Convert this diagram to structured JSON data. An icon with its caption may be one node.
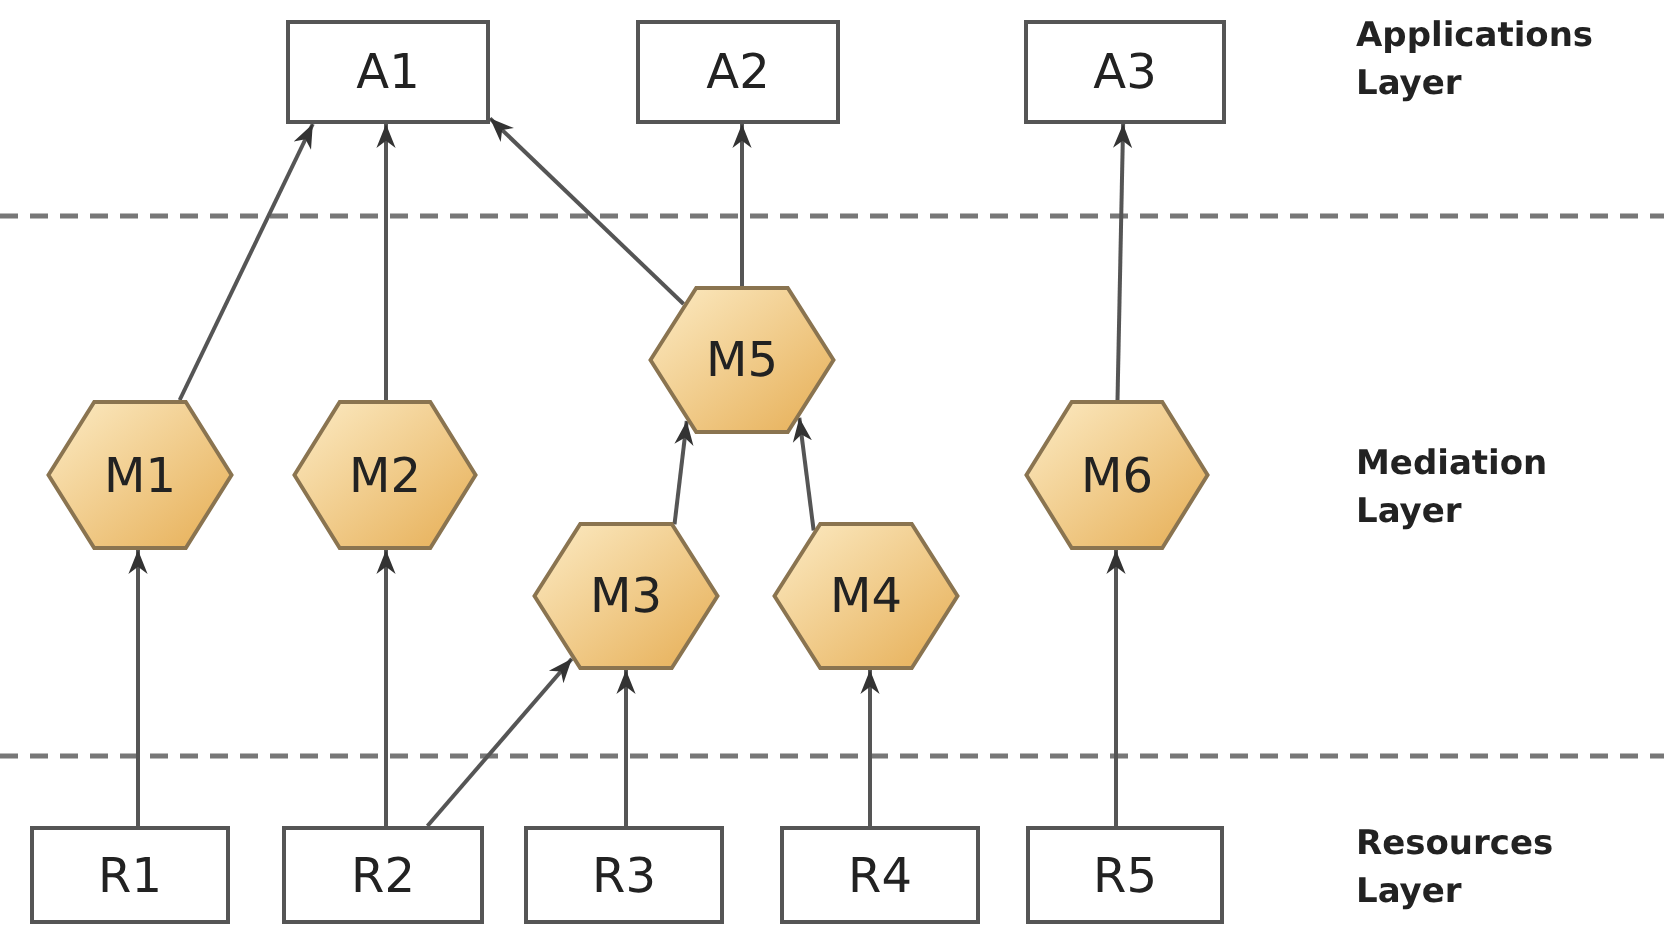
{
  "diagram": {
    "nodes": [
      {
        "text": [
          "A1"
        ]
      },
      {
        "text": [
          "A2"
        ]
      },
      {
        "text": [
          "A3"
        ]
      },
      {
        "text": [
          "M5"
        ]
      },
      {
        "text": [
          "M1"
        ]
      },
      {
        "text": [
          "M2"
        ]
      },
      {
        "text": [
          "M6"
        ]
      },
      {
        "text": [
          "M3"
        ]
      },
      {
        "text": [
          "M4"
        ]
      },
      {
        "text": [
          "R1"
        ]
      },
      {
        "text": [
          "R2"
        ]
      },
      {
        "text": [
          "R3"
        ]
      },
      {
        "text": [
          "R4"
        ]
      },
      {
        "text": [
          "R5"
        ]
      }
    ],
    "edges": [
      {
        "from": 4,
        "to": 0,
        "arrow": "to"
      },
      {
        "from": 5,
        "to": 0,
        "arrow": "to"
      },
      {
        "from": 3,
        "to": 0,
        "arrow": "to"
      },
      {
        "from": 3,
        "to": 1,
        "arrow": "to"
      },
      {
        "from": 6,
        "to": 2,
        "arrow": "to"
      },
      {
        "from": 7,
        "to": 3,
        "arrow": "to"
      },
      {
        "from": 8,
        "to": 3,
        "arrow": "to"
      },
      {
        "from": 9,
        "to": 4,
        "arrow": "to"
      },
      {
        "from": 10,
        "to": 5,
        "arrow": "to"
      },
      {
        "from": 10,
        "to": 7,
        "arrow": "to"
      },
      {
        "from": 11,
        "to": 7,
        "arrow": "to"
      },
      {
        "from": 12,
        "to": 8,
        "arrow": "to"
      },
      {
        "from": 13,
        "to": 6,
        "arrow": "to"
      }
    ],
    "labels": [
      "Applications Layer",
      "Mediation Layer",
      "Resources Layer"
    ]
  }
}
